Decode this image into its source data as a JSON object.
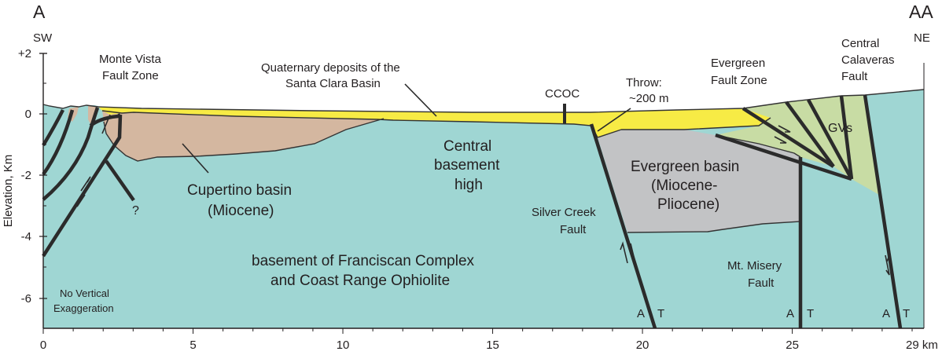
{
  "section": {
    "start_label": "A",
    "end_label": "AA",
    "start_direction": "SW",
    "end_direction": "NE"
  },
  "axes": {
    "y_label": "Elevation, Km",
    "y_ticks": [
      "+2",
      "0",
      "-2",
      "-4",
      "-6"
    ],
    "x_ticks": [
      "0",
      "5",
      "10",
      "15",
      "20",
      "25",
      "29 km"
    ]
  },
  "colors": {
    "basement": "#9fd6d3",
    "quaternary": "#f7eb45",
    "cupertino": "#d4b7a0",
    "evergreen": "#c2c3c5",
    "gvs": "#c8dca4",
    "lines": "#2b2b2b"
  },
  "labels": {
    "monte_vista_1": "Monte Vista",
    "monte_vista_2": "Fault Zone",
    "quaternary_1": "Quaternary deposits of the",
    "quaternary_2": "Santa Clara Basin",
    "ccoc": "CCOC",
    "throw_1": "Throw:",
    "throw_2": "~200 m",
    "evergreen_fz_1": "Evergreen",
    "evergreen_fz_2": "Fault Zone",
    "central_calaveras_1": "Central",
    "central_calaveras_2": "Calaveras",
    "central_calaveras_3": "Fault",
    "central_high_1": "Central",
    "central_high_2": "basement",
    "central_high_3": "high",
    "cupertino_1": "Cupertino basin",
    "cupertino_2": "(Miocene)",
    "question": "?",
    "evergreen_basin_1": "Evergreen basin",
    "evergreen_basin_2": "(Miocene-",
    "evergreen_basin_3": "Pliocene)",
    "gvs": "GVs",
    "silver_creek_1": "Silver Creek",
    "silver_creek_2": "Fault",
    "mt_misery_1": "Mt. Misery",
    "mt_misery_2": "Fault",
    "franciscan_1": "basement of Franciscan Complex",
    "franciscan_2": "and Coast Range Ophiolite",
    "no_vert_1": "No Vertical",
    "no_vert_2": "Exaggeration",
    "at_a": "A",
    "at_t": "T"
  }
}
